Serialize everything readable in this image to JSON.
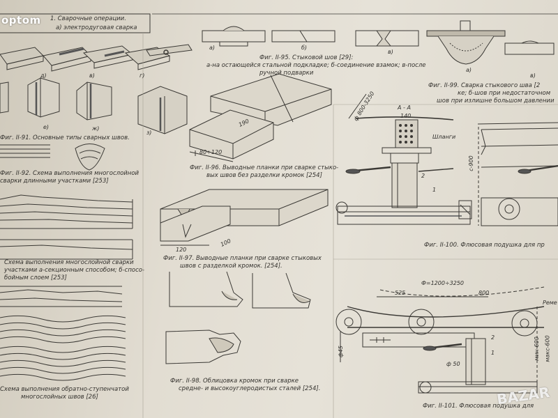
{
  "watermarks": {
    "top_left": "optom",
    "bottom_right": "BAZAR"
  },
  "header": {
    "line1": "1. Сварочные операции.",
    "line2": "а) электродуговая сварка"
  },
  "captions": {
    "fig91": "Фиг. II-91. Основные типы сварных швов.",
    "fig92": "Фиг. II-92. Схема выполнения многослойной сварки длинными участками [253]",
    "fig93_l1": "Схема выполнения многослойной сварки",
    "fig93_l2": "участками а-секционным способом; б-спосо-",
    "fig93_l3": "бойным слоем [253]",
    "fig94_l1": "Схема выполнения обратно-ступенчатой",
    "fig94_l2": "многослойных швов [26]",
    "fig95_l1": "Фиг. II-95. Стыковой шов [29]:",
    "fig95_l2": "а-на остающейся стальной подкладке; б-соединение взамок; в-после",
    "fig95_l3": "ручной подварки",
    "fig96_l1": "Фиг. II-96. Выводные планки при сварке стыко-",
    "fig96_l2": "вых швов без разделки кромок [254]",
    "fig97_l1": "Фиг. II-97. Выводные планки при сварке стыковых",
    "fig97_l2": "швов с разделкой кромок. [254].",
    "fig98_l1": "Фиг. II-98. Облицовка кромок при сварке",
    "fig98_l2": "средне- и высокоуглеродистых сталей [254].",
    "fig99_l1": "Фиг. II-99. Сварка стыкового шва [2",
    "fig99_l2": "ке; б-шов при недостаточном",
    "fig99_l3": "шов при излишне большом давлении",
    "fig100": "Фиг. II-100. Флюсовая подушка для пр",
    "fig101": "Фиг. II-101. Флюсовая подушка для"
  },
  "labels": {
    "a": "а)",
    "b": "б)",
    "v": "в)",
    "g": "г)",
    "d": "д)",
    "e": "е)",
    "zh": "ж)",
    "z": "з)",
    "section": "А - А",
    "shlangi": "Шланги",
    "n1": "1",
    "n2": "2"
  },
  "dimensions": {
    "d_phi_800_3250": "ф 800-3250",
    "d_140": "140",
    "d_80_120": "80÷120",
    "d_190": "190",
    "d_100": "100",
    "d_120": "120",
    "d_900": "с-900",
    "d_phi_1200_3250": "Ф=1200÷3250",
    "d_525": "525",
    "d_800": "800",
    "d_phi45": "ф45",
    "d_phi50": "ф 50",
    "d_rem": "Реме",
    "d_min": "мин-600",
    "d_max": "макс-600"
  },
  "colors": {
    "paper": "#e2ddd2",
    "ink": "#2b2a28"
  }
}
